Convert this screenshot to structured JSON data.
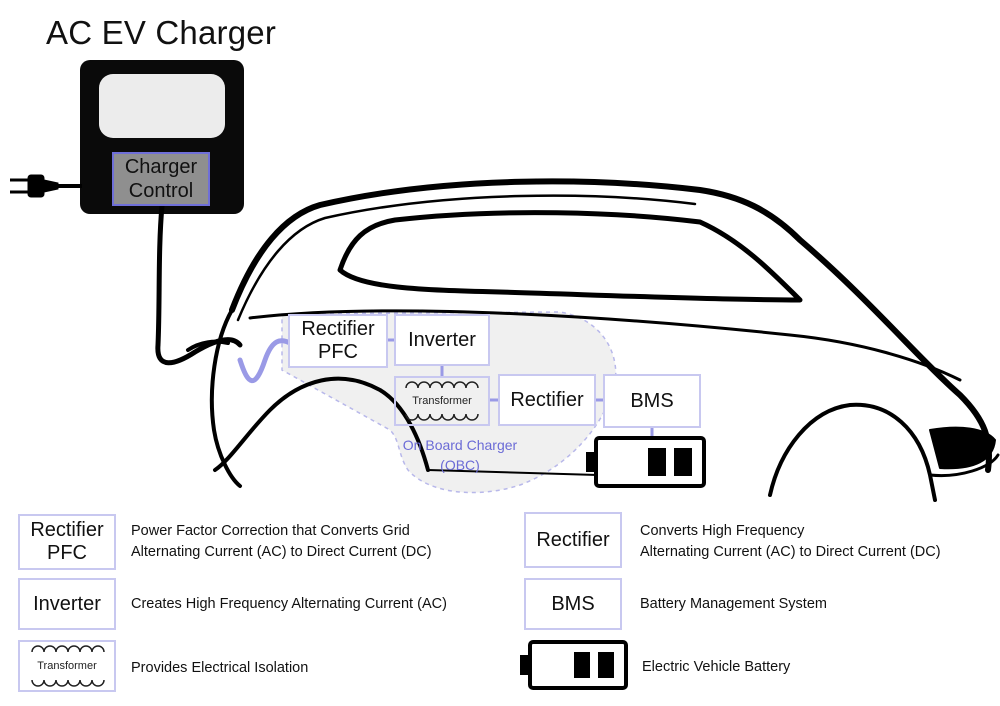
{
  "title": "AC EV Charger",
  "charger": {
    "control_line1": "Charger",
    "control_line2": "Control"
  },
  "blocks": {
    "rectifier_pfc_line1": "Rectifier",
    "rectifier_pfc_line2": "PFC",
    "inverter": "Inverter",
    "transformer": "Transformer",
    "rectifier": "Rectifier",
    "bms": "BMS"
  },
  "obc": {
    "line1": "On Board Charger",
    "line2": "(OBC)"
  },
  "legend": {
    "rectifier_pfc": {
      "box_line1": "Rectifier",
      "box_line2": "PFC",
      "desc_line1": "Power Factor Correction that Converts Grid",
      "desc_line2": "Alternating Current (AC) to Direct Current (DC)"
    },
    "inverter": {
      "box": "Inverter",
      "desc": "Creates High Frequency Alternating Current (AC)"
    },
    "transformer": {
      "box": "Transformer",
      "desc": "Provides Electrical Isolation"
    },
    "rectifier": {
      "box": "Rectifier",
      "desc_line1": "Converts High Frequency",
      "desc_line2": "Alternating Current (AC) to Direct Current (DC)"
    },
    "bms": {
      "box": "BMS",
      "desc": "Battery Management System"
    },
    "battery": {
      "desc": "Electric Vehicle Battery"
    }
  },
  "colors": {
    "box_border": "#c8c8f0",
    "obc_region": "#f0f0f0",
    "obc_label": "#6b6bd6",
    "cable_accent": "#9a9ae6"
  }
}
